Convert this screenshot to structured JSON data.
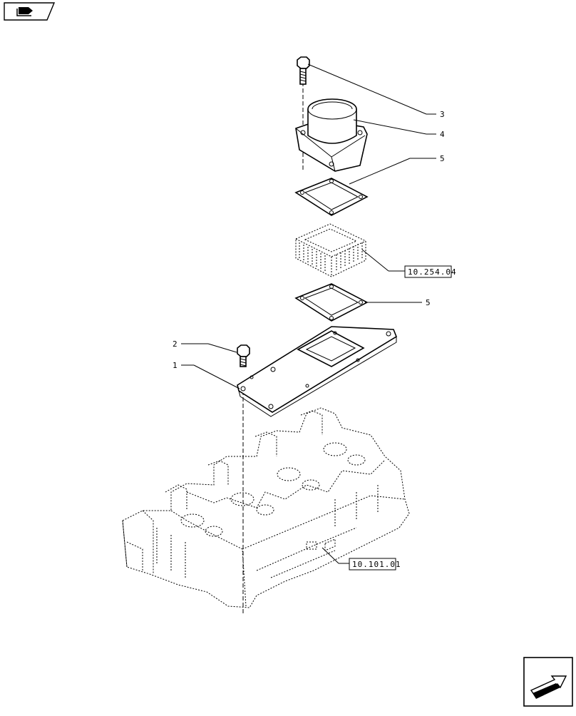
{
  "callouts": {
    "c1": "1",
    "c2": "2",
    "c3": "3",
    "c4": "4",
    "c5a": "5",
    "c5b": "5"
  },
  "references": {
    "filter_ref": "10.254.04",
    "head_ref": "10.101.01"
  },
  "icons": {
    "top_left": "book-pointer-icon",
    "bottom_right": "next-page-arrow-icon"
  }
}
